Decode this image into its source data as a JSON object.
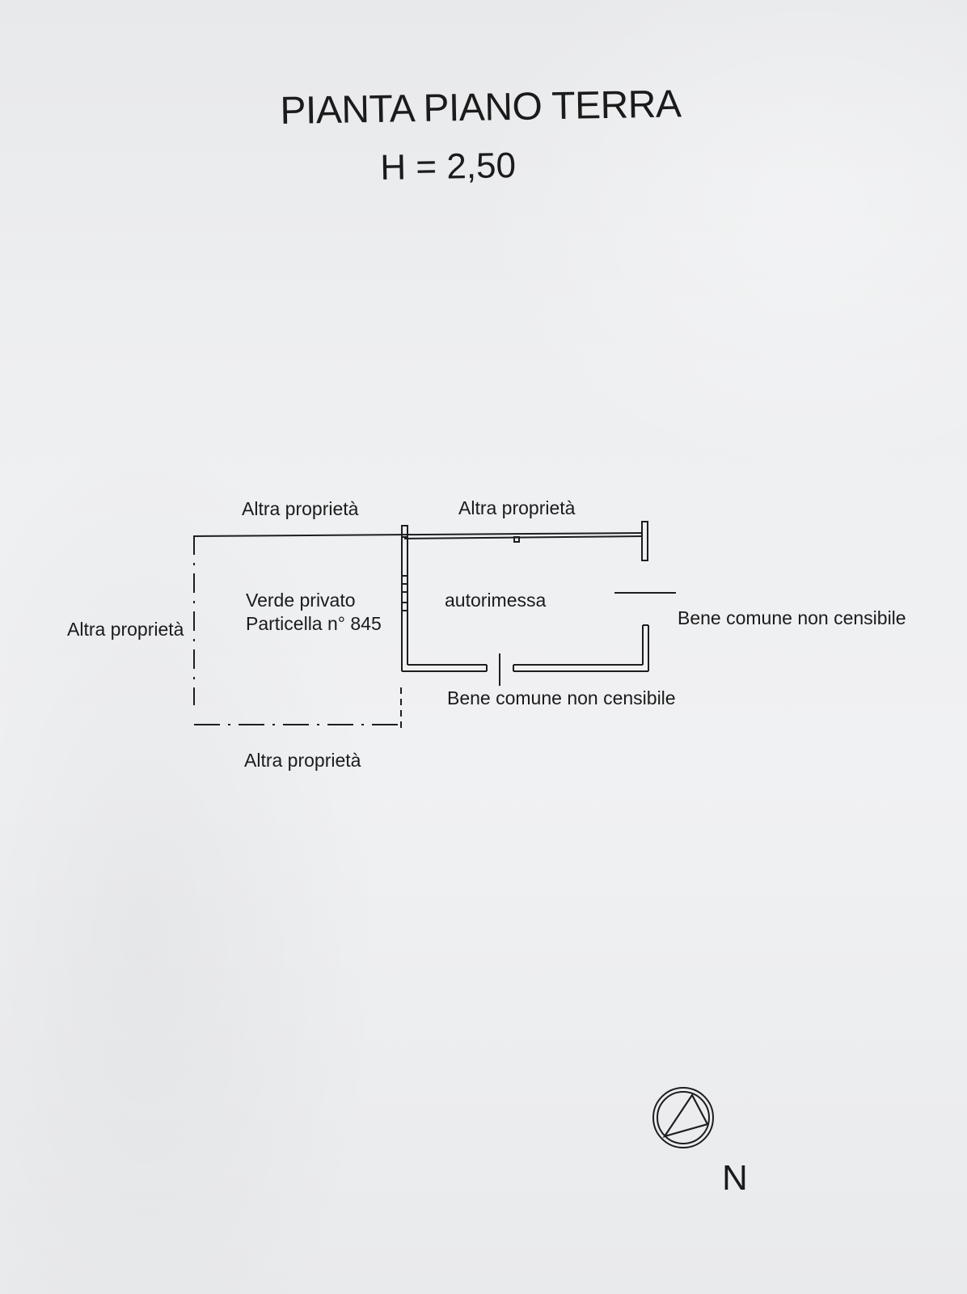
{
  "title": "PIANTA PIANO TERRA",
  "height_label": "H = 2,50",
  "labels": {
    "top_left": "Altra proprietà",
    "top_right": "Altra proprietà",
    "left": "Altra proprietà",
    "bottom_left": "Altra proprietà",
    "garden_line1": "Verde privato",
    "garden_line2": "Particella n° 845",
    "garage": "autorimessa",
    "right": "Bene comune non censibile",
    "bottom_right": "Bene comune non censibile"
  },
  "compass": {
    "icon": "north-arrow-icon",
    "letter": "N"
  },
  "colors": {
    "paper": "#eeeff1",
    "ink": "#1b1b1b"
  }
}
